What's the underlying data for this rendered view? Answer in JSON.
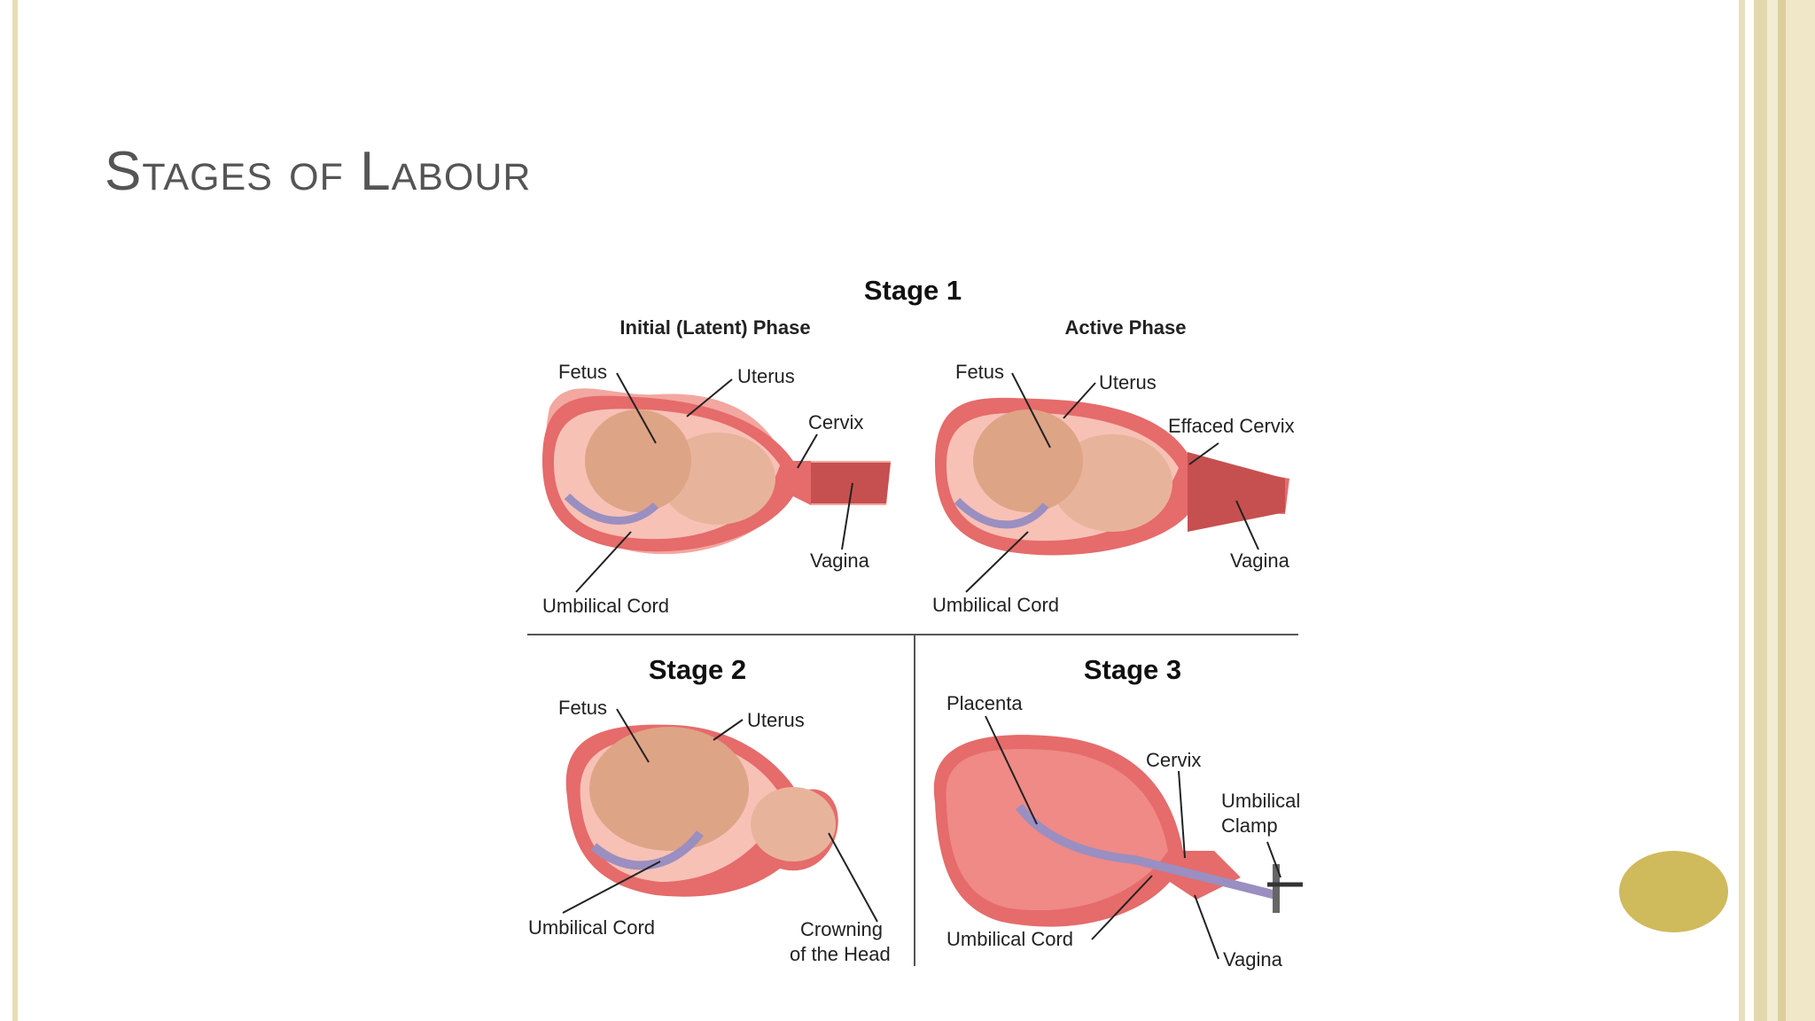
{
  "slide": {
    "title": "Stages of Labour"
  },
  "figure": {
    "stage1": {
      "heading": "Stage 1",
      "latent": {
        "heading": "Initial (Latent) Phase",
        "fetus": "Fetus",
        "uterus": "Uterus",
        "cervix": "Cervix",
        "vagina": "Vagina",
        "cord": "Umbilical Cord"
      },
      "active": {
        "heading": "Active Phase",
        "fetus": "Fetus",
        "uterus": "Uterus",
        "cervix": "Effaced Cervix",
        "vagina": "Vagina",
        "cord": "Umbilical Cord"
      }
    },
    "stage2": {
      "heading": "Stage 2",
      "fetus": "Fetus",
      "uterus": "Uterus",
      "cord": "Umbilical Cord",
      "crowning_line1": "Crowning",
      "crowning_line2": "of the Head"
    },
    "stage3": {
      "heading": "Stage 3",
      "placenta": "Placenta",
      "cervix": "Cervix",
      "clamp_line1": "Umbilical",
      "clamp_line2": "Clamp",
      "cord": "Umbilical Cord",
      "vagina": "Vagina"
    }
  },
  "colors": {
    "uterus_wall": "#e66b6b",
    "uterus_inner": "#f7c1b6",
    "fetus": "#e0a98c",
    "cord": "#9a8fc0",
    "accent_oval": "#cfba5c"
  }
}
